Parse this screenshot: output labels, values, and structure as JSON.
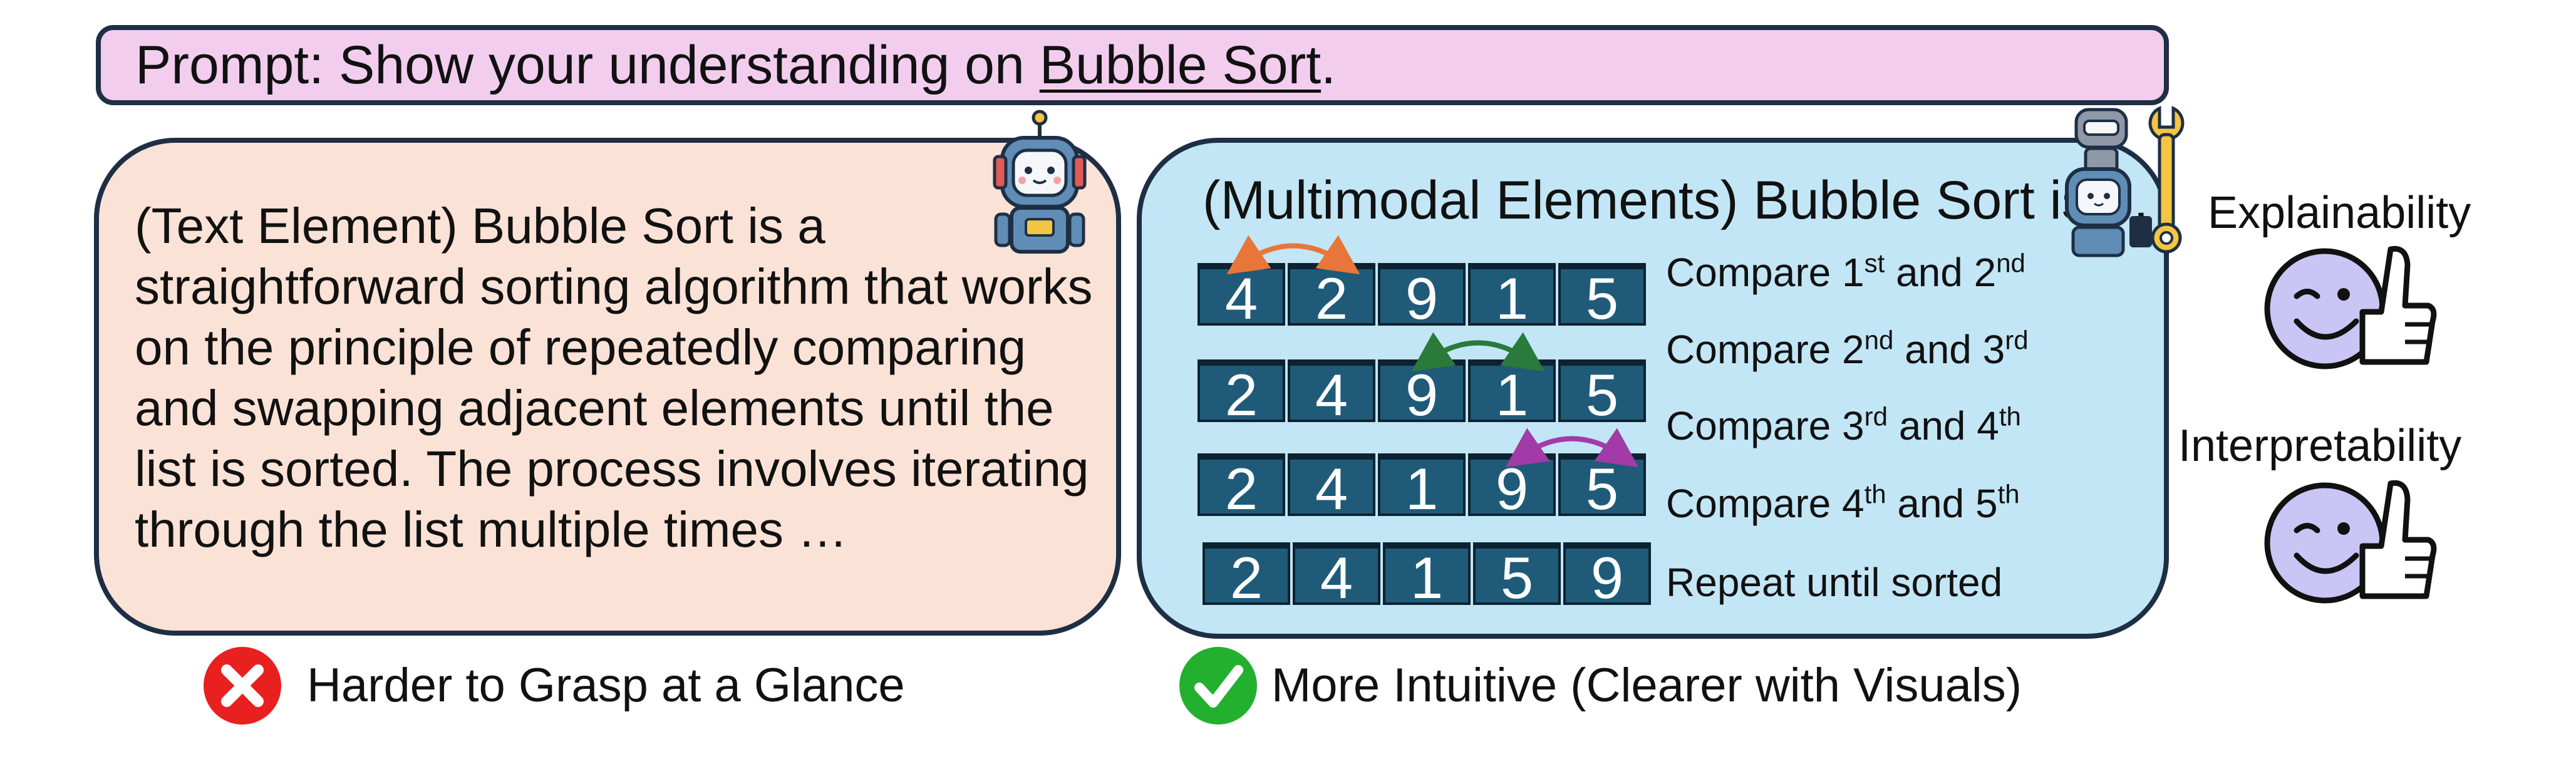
{
  "prompt": {
    "prefix": "Prompt: Show your understanding on ",
    "topic": "Bubble Sort",
    "suffix": "."
  },
  "text_panel": {
    "lines": [
      "(Text Element) Bubble Sort is a",
      "straightforward sorting algorithm that works",
      "on the principle of repeatedly comparing",
      "and swapping adjacent elements until the",
      "list is sorted. The process involves iterating",
      "through the list multiple times …"
    ]
  },
  "multimodal_panel": {
    "title": "(Multimodal Elements) Bubble Sort is ...",
    "arrays": [
      [
        "4",
        "2",
        "9",
        "1",
        "5"
      ],
      [
        "2",
        "4",
        "9",
        "1",
        "5"
      ],
      [
        "2",
        "4",
        "1",
        "9",
        "5"
      ],
      [
        "2",
        "4",
        "1",
        "5",
        "9"
      ]
    ],
    "steps": [
      {
        "pre": "Compare 1",
        "sup1": "st",
        "mid": " and 2",
        "sup2": "nd"
      },
      {
        "pre": "Compare 2",
        "sup1": "nd",
        "mid": " and 3",
        "sup2": "rd"
      },
      {
        "pre": "Compare 3",
        "sup1": "rd",
        "mid": " and 4",
        "sup2": "th"
      },
      {
        "pre": "Compare 4",
        "sup1": "th",
        "mid": " and 5",
        "sup2": "th"
      }
    ],
    "final_step": "Repeat until sorted",
    "arrow_colors": [
      "#e8763a",
      "#2a7a3b",
      "#a23aa8"
    ]
  },
  "side_labels": {
    "explainability": "Explainability",
    "interpretability": "Interpretability"
  },
  "verdicts": {
    "negative": "Harder to Grasp at a Glance",
    "positive": "More Intuitive (Clearer with Visuals)"
  },
  "icons": {
    "robot": "robot-icon",
    "robot_with_wrench": "robot-wrench-icon",
    "thumbs_up_smiley": "smiley-thumbs-up-icon",
    "cross": "red-cross-icon",
    "check": "green-check-icon"
  },
  "colors": {
    "prompt_bg": "#f2cdee",
    "text_panel_bg": "#fbe2d6",
    "mm_panel_bg": "#c2e6f6",
    "cell_bg": "#1f5b79",
    "smiley": "#c9c6f6",
    "cross": "#e8201f",
    "check": "#22b02e"
  }
}
